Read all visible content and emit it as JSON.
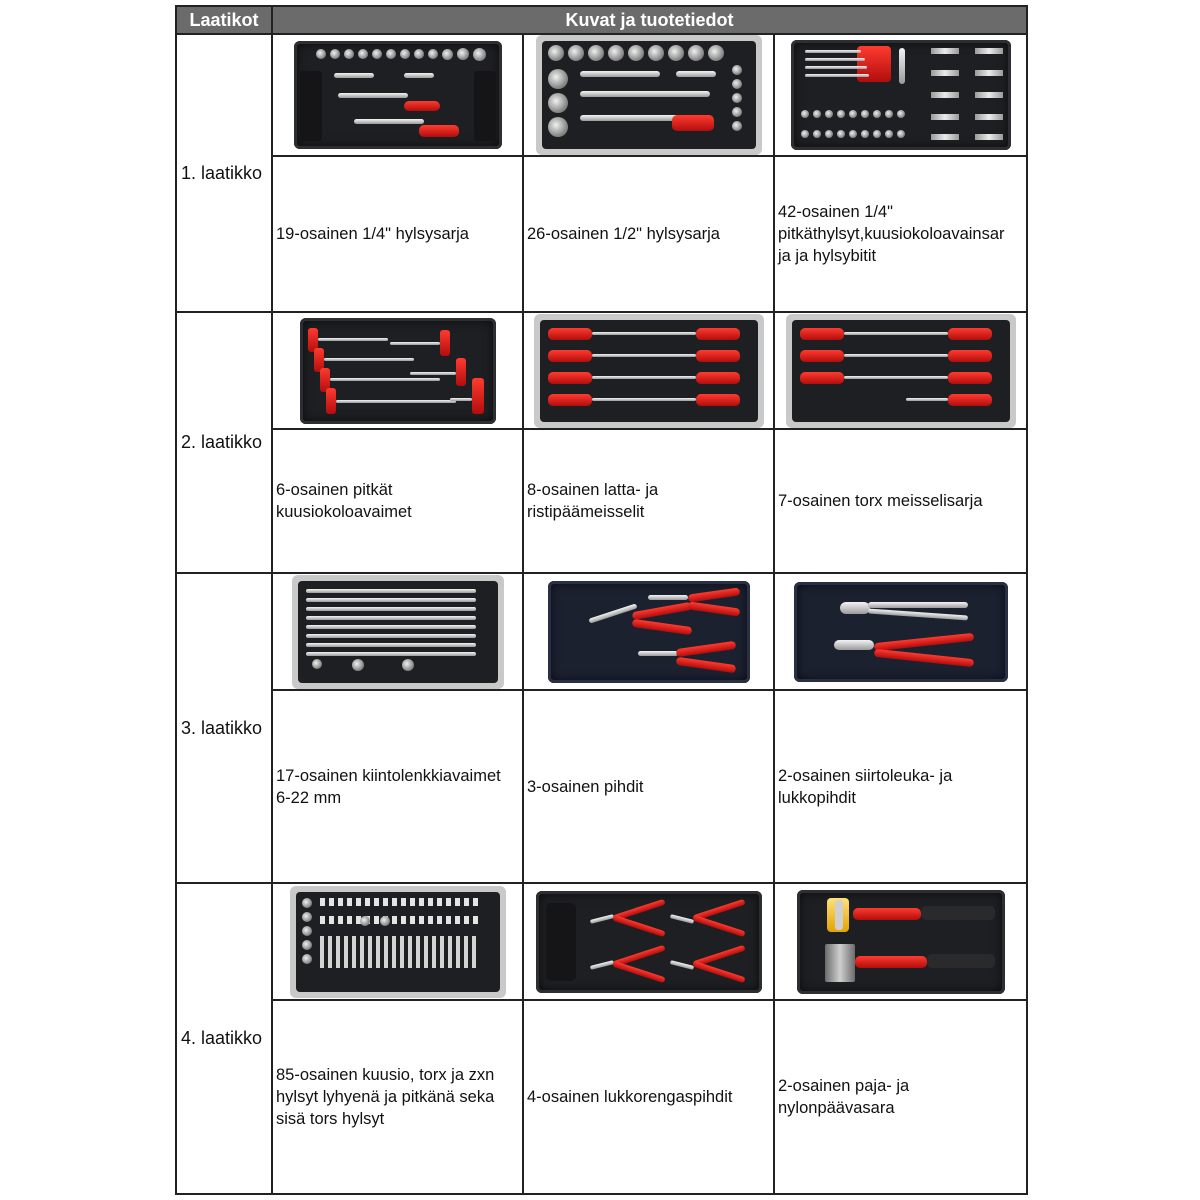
{
  "header": {
    "col1": "Laatikot",
    "col2": "Kuvat ja tuotetiedot"
  },
  "drawers": [
    {
      "label": "1. laatikko",
      "products": [
        {
          "lines": [
            "19-osainen 1/4\" hylsysarja"
          ],
          "image": "socket-set-1-4-tray"
        },
        {
          "lines": [
            "26-osainen 1/2\" hylsysarja"
          ],
          "image": "socket-set-1-2-tray"
        },
        {
          "lines": [
            "42-osainen 1/4\"",
            "pitkäthylsyt,kuusiokoloavainsar",
            "ja ja  hylsybitit"
          ],
          "image": "hex-key-bit-tray"
        }
      ]
    },
    {
      "label": "2. laatikko",
      "products": [
        {
          "lines": [
            "6-osainen pitkät",
            "kuusiokoloavaimet"
          ],
          "image": "t-handle-hex-key-tray"
        },
        {
          "lines": [
            "8-osainen latta- ja",
            "ristipäämeisselit"
          ],
          "image": "screwdriver-tray"
        },
        {
          "lines": [
            "7-osainen torx meisselisarja"
          ],
          "image": "torx-screwdriver-tray"
        }
      ]
    },
    {
      "label": "3. laatikko",
      "products": [
        {
          "lines": [
            "17-osainen kiintolenkkiavaimet",
            "6-22 mm"
          ],
          "image": "combination-wrench-tray"
        },
        {
          "lines": [
            "3-osainen pihdit"
          ],
          "image": "pliers-tray"
        },
        {
          "lines": [
            "2-osainen siirtoleuka- ja",
            "lukkopihdit"
          ],
          "image": "locking-pliers-tray"
        }
      ]
    },
    {
      "label": "4. laatikko",
      "products": [
        {
          "lines": [
            "85-osainen kuusio, torx ja zxn",
            "hylsyt lyhyenä ja pitkänä seka",
            "sisä tors hylsyt"
          ],
          "image": "bit-socket-tray"
        },
        {
          "lines": [
            "4-osainen lukkorengaspihdit"
          ],
          "image": "circlip-pliers-tray"
        },
        {
          "lines": [
            "2-osainen paja- ja",
            "nylonpäävasara"
          ],
          "image": "hammer-tray"
        }
      ]
    }
  ],
  "colors": {
    "header_bg": "#6b6b6b",
    "grid_line": "#222222",
    "tray": "#1e1f22",
    "grip_red": "#d81b12"
  }
}
